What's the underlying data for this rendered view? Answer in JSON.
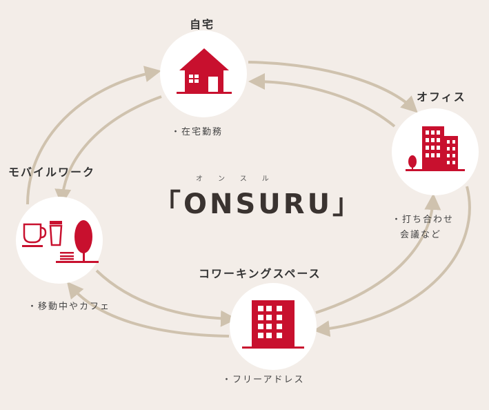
{
  "title": "「ONSURU」",
  "title_ruby": "オンスル",
  "colors": {
    "accent": "#c8102e",
    "arrow": "#cfc2ae",
    "background": "#f3ede8"
  },
  "nodes": {
    "home": {
      "label": "自宅",
      "note": "・在宅勤務",
      "icon": "house-icon"
    },
    "office": {
      "label": "オフィス",
      "note_lines": [
        "・打ち合わせ",
        "会議など"
      ],
      "icon": "office-building-icon"
    },
    "mobile": {
      "label": "モバイルワーク",
      "note": "・移動中やカフェ",
      "icon": "cafe-park-icon"
    },
    "coworking": {
      "label": "コワーキングスペース",
      "note": "・フリーアドレス",
      "icon": "building-icon"
    }
  }
}
